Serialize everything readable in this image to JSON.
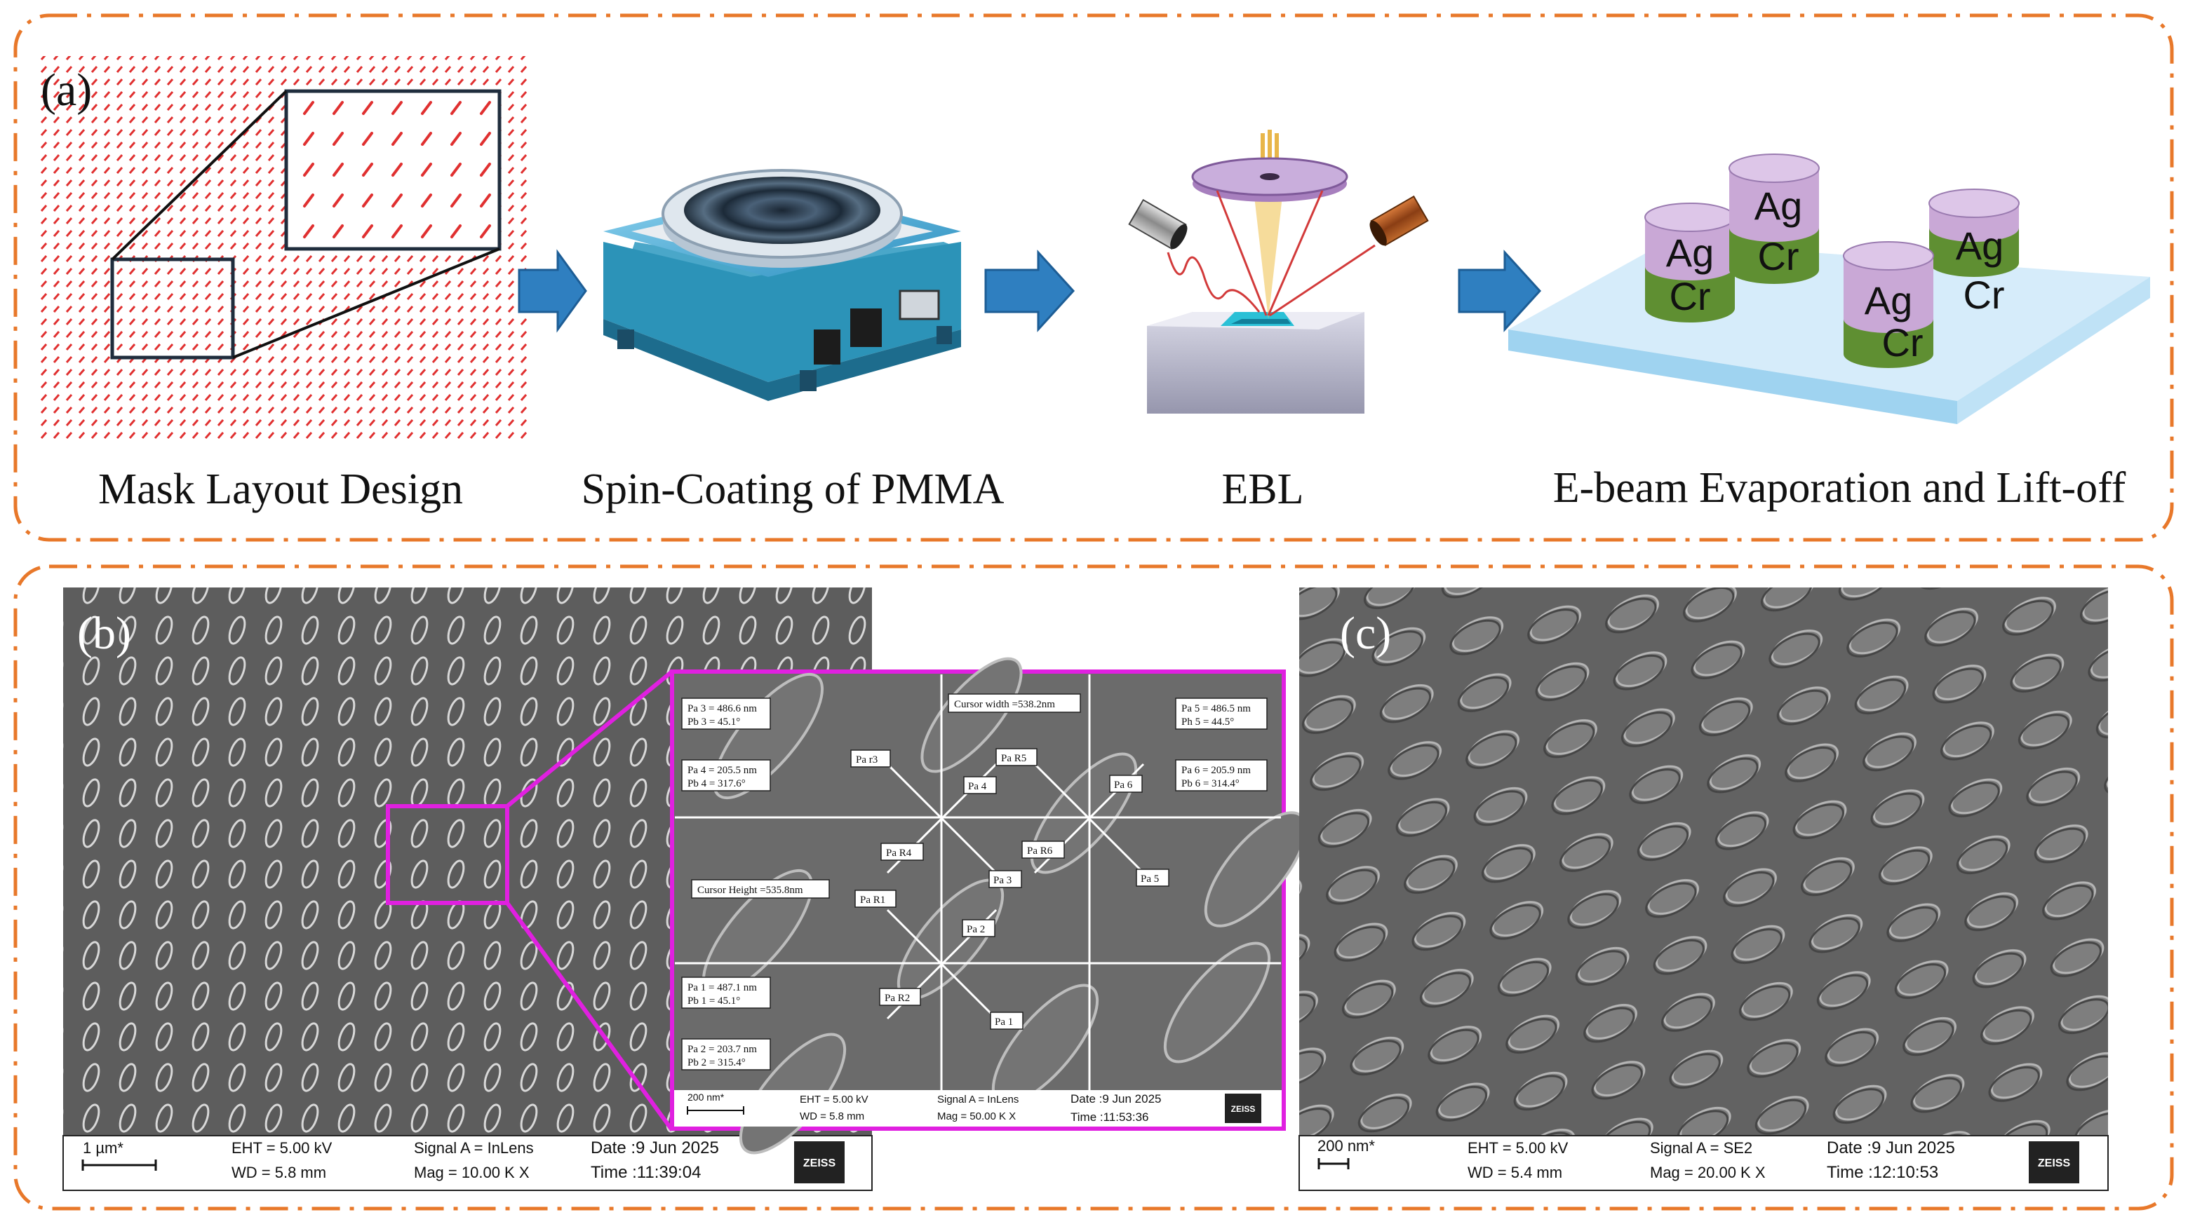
{
  "panel_a": {
    "label": "(a)",
    "steps": [
      "Mask Layout Design",
      "Spin-Coating of PMMA",
      "EBL",
      "E-beam Evaporation and Lift-off"
    ],
    "pillar_top": "Ag",
    "pillar_bottom": "Cr"
  },
  "panel_b": {
    "label": "(b)",
    "infobar": {
      "scale": "1 µm*",
      "eht": "EHT =  5.00 kV",
      "wd": "WD =  5.8 mm",
      "signal": "Signal A = InLens",
      "mag": "Mag =   10.00 K X",
      "date": "Date :9 Jun 2025",
      "time": "Time :11:39:04",
      "logo": "ZEISS"
    },
    "inset": {
      "labels": {
        "cursor_width": "Cursor width =538.2nm",
        "cursor_height": "Cursor Height =535.8nm",
        "pa3": "Pa 3 = 486.6 nm",
        "pb3": "Pb 3 = 45.1°",
        "pa4": "Pa 4 = 205.5 nm",
        "pb4": "Pb 4 = 317.6°",
        "pa5": "Pa 5 = 486.5 nm",
        "pb5": "Ph 5 = 44.5°",
        "pa6": "Pa 6 = 205.9 nm",
        "pb6": "Pb 6 = 314.4°",
        "pa1": "Pa 1 = 487.1 nm",
        "pb1": "Pb 1 = 45.1°",
        "pa2": "Pa 2 = 203.7 nm",
        "pb2": "Pb 2 = 315.4°",
        "par3": "Pa r3",
        "par5": "Pa R5",
        "p4": "Pa 4",
        "p6": "Pa 6",
        "par4": "Pa R4",
        "par6": "Pa R6",
        "p3": "Pa 3",
        "p5": "Pa 5",
        "par1": "Pa R1",
        "p2": "Pa 2",
        "par2": "Pa R2",
        "p1": "Pa 1"
      },
      "infobar": {
        "scale": "200 nm*",
        "eht": "EHT =  5.00 kV",
        "wd": "WD =  5.8 mm",
        "signal": "Signal A = InLens",
        "mag": "Mag =   50.00 K X",
        "date": "Date :9 Jun 2025",
        "time": "Time :11:53:36",
        "logo": "ZEISS"
      }
    }
  },
  "panel_c": {
    "label": "(c)",
    "infobar": {
      "scale": "200 nm*",
      "eht": "EHT =  5.00 kV",
      "wd": "WD =  5.4 mm",
      "signal": "Signal A = SE2",
      "mag": "Mag =   20.00 K X",
      "date": "Date :9 Jun 2025",
      "time": "Time :12:10:53",
      "logo": "ZEISS"
    }
  },
  "colors": {
    "frame": "#e8782a",
    "magenta": "#e020e0",
    "arrow": "#2f7fc0",
    "mask_dash": "#e03030",
    "ag": "#c9a8d6",
    "cr": "#5f8f32",
    "substrate": "#cfe8f7",
    "sem_bg": "#6a6a6a"
  }
}
